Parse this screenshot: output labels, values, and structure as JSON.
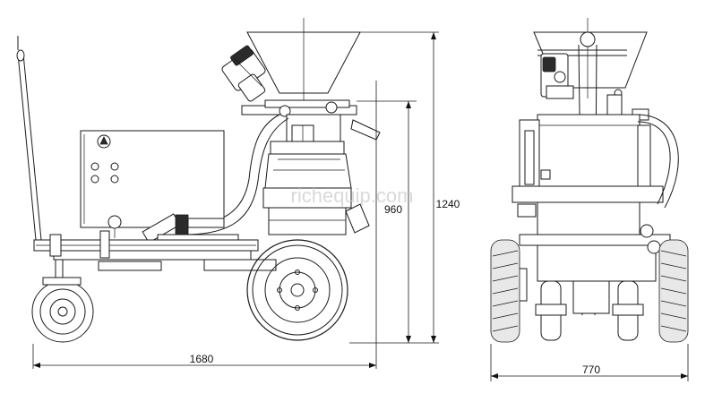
{
  "figure": {
    "watermark": "richequip.com",
    "dimensions": {
      "side_length": "1680",
      "side_height_body": "960",
      "side_height_total": "1240",
      "front_width": "770"
    }
  }
}
